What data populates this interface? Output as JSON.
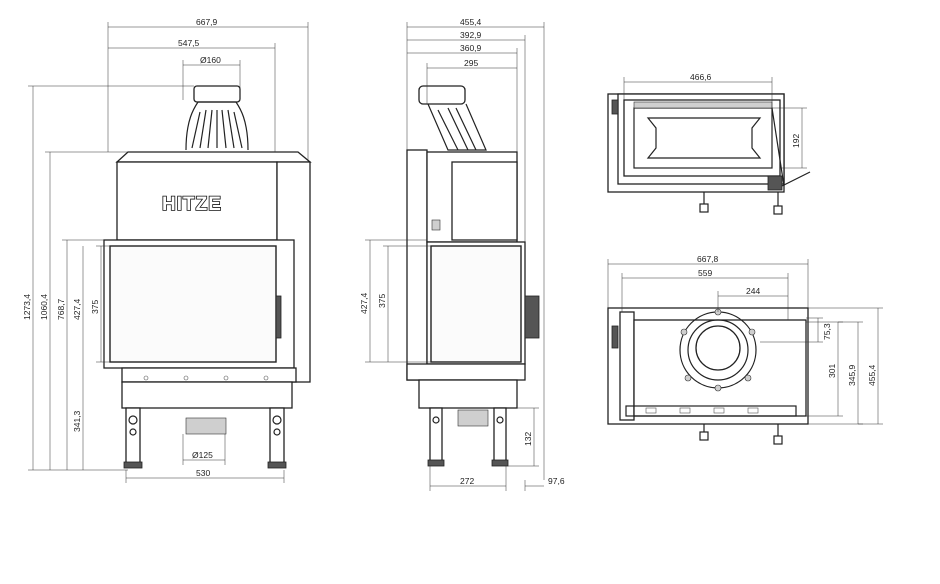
{
  "brand": "HITZE",
  "front": {
    "width_total": "667,9",
    "width_flue_axis": "547,5",
    "flue_diameter": "Ø160",
    "height_total": "1273,4",
    "height_body": "1060,4",
    "height_door_top": "768,7",
    "height_glass_top": "427,4",
    "height_glass": "375",
    "height_base": "341,3",
    "air_inlet_diameter": "Ø125",
    "width_legs": "530"
  },
  "side": {
    "depth_total": "455,4",
    "depth_2": "392,9",
    "depth_3": "360,9",
    "depth_flue": "295",
    "height_glass_top": "427,4",
    "height_glass": "375",
    "leg_height": "132",
    "leg_span": "272",
    "handle_offset": "97,6"
  },
  "top": {
    "width_inner": "466,6",
    "depth_glass": "192"
  },
  "plan": {
    "width_total": "667,8",
    "width_2": "559",
    "flue_offset": "244",
    "flue_dim": "75,3",
    "depth_1": "301",
    "depth_2": "345,9",
    "depth_3": "455,4"
  }
}
